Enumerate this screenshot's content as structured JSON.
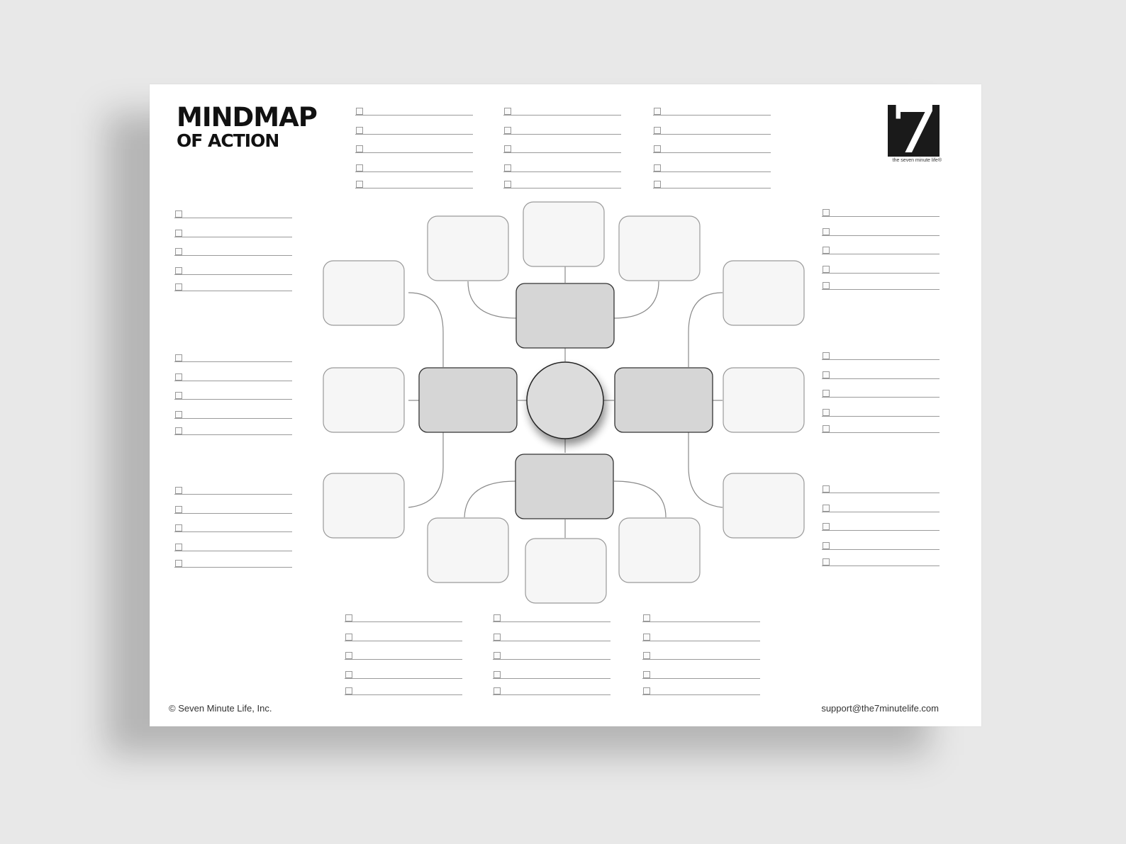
{
  "title": {
    "line1": "MINDMAP",
    "line2": "OF ACTION"
  },
  "logo": {
    "glyph": "7",
    "tagline": "the seven minute life®"
  },
  "footer": {
    "copyright": "© Seven Minute Life, Inc.",
    "email": "support@the7minutelife.com"
  },
  "checklists": {
    "items_per_group": 5,
    "group_count": 12
  },
  "colors": {
    "background": "#e8e8e8",
    "sheet": "#ffffff",
    "primary_box_fill": "#d6d6d6",
    "secondary_box_fill": "#f6f6f6",
    "connector": "#8a8a8a"
  }
}
